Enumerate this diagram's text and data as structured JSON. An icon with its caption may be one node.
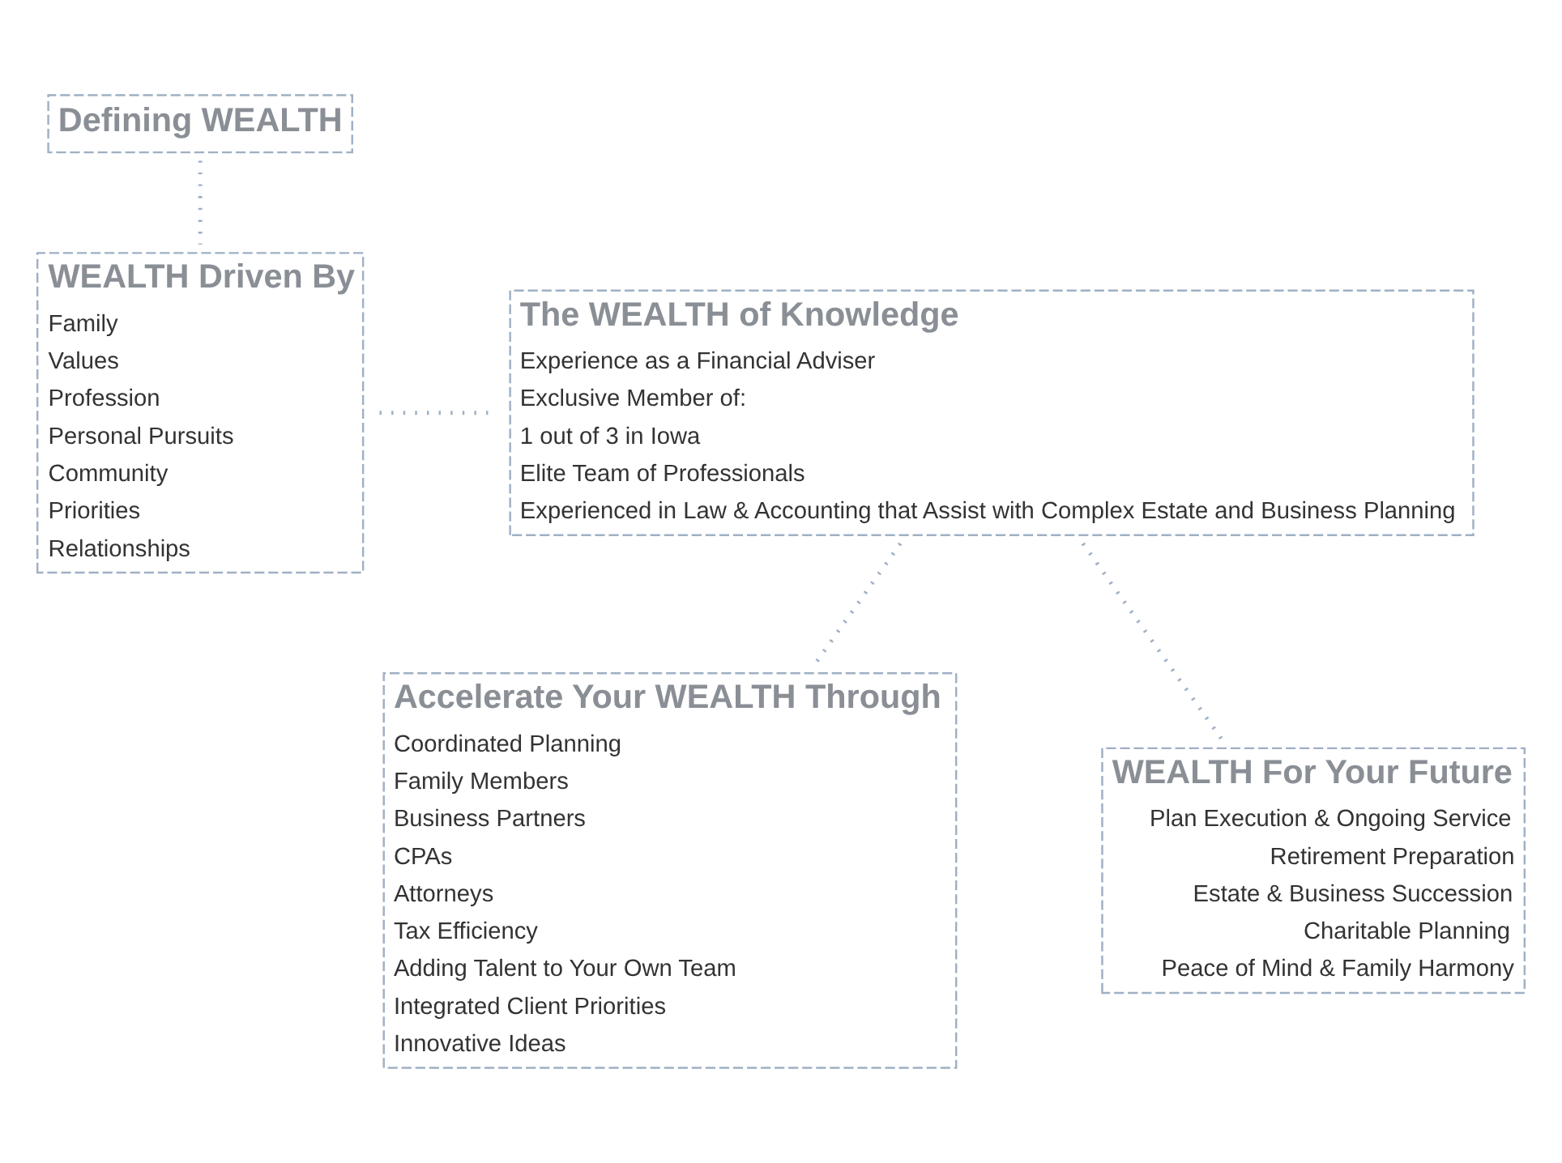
{
  "diagram": {
    "nodes": [
      {
        "text": [
          "Defining WEALTH"
        ]
      },
      {
        "text": [
          "WEALTH Driven By",
          "Family",
          "Values",
          "Profession",
          "Personal Pursuits",
          "Community",
          "Priorities",
          "Relationships"
        ]
      },
      {
        "text": [
          "The WEALTH of Knowledge",
          "Experience as a Financial Adviser",
          "Exclusive Member of:",
          "1 out of 3 in Iowa",
          "Elite Team of Professionals",
          "Experienced in Law & Accounting that Assist with Complex Estate and Business Planning"
        ]
      },
      {
        "text": [
          "Accelerate Your WEALTH Through",
          "Coordinated Planning",
          "Family Members",
          "Business Partners",
          "CPAs",
          "Attorneys",
          "Tax Efficiency",
          "Adding Talent to Your Own Team",
          "Integrated Client Priorities",
          "Innovative Ideas"
        ]
      },
      {
        "text": [
          "WEALTH For Your Future",
          "Plan Execution & Ongoing Service",
          "Retirement Preparation",
          "Estate & Business Succession",
          "Charitable Planning",
          "Peace of Mind & Family Harmony"
        ]
      }
    ],
    "edges": [
      {
        "from": 0,
        "to": 1,
        "arrow": "none"
      },
      {
        "from": 1,
        "to": 2,
        "arrow": "none"
      },
      {
        "from": 2,
        "to": 3,
        "arrow": "none"
      },
      {
        "from": 2,
        "to": 4,
        "arrow": "none"
      }
    ]
  }
}
